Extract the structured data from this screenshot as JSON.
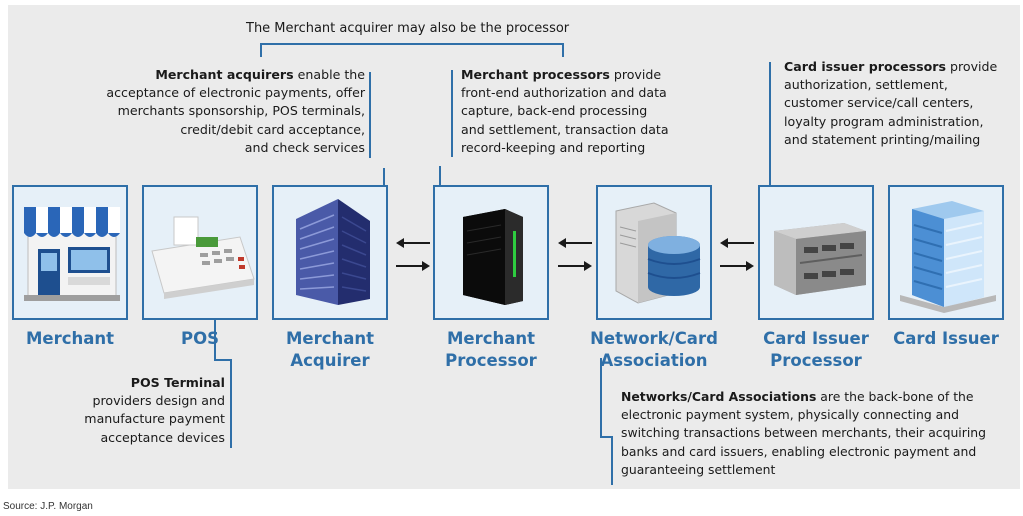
{
  "top_note": "The Merchant acquirer may also be the processor",
  "source": "Source: J.P. Morgan",
  "colors": {
    "accent": "#2f6fa8",
    "panel": "#ebebeb",
    "box_fill": "#e6f0f8"
  },
  "entities": [
    {
      "label": "Merchant",
      "icon": "storefront-icon"
    },
    {
      "label": "POS",
      "icon": "cash-register-icon"
    },
    {
      "label": "Merchant Acquirer",
      "icon": "office-building-icon"
    },
    {
      "label": "Merchant Processor",
      "icon": "server-tower-icon"
    },
    {
      "label": "Network/Card Association",
      "icon": "database-server-icon"
    },
    {
      "label": "Card Issuer Processor",
      "icon": "server-rack-icon"
    },
    {
      "label": "Card Issuer",
      "icon": "glass-building-icon"
    }
  ],
  "labels": {
    "merchant": "Merchant",
    "pos": "POS",
    "acquirer_1": "Merchant",
    "acquirer_2": "Acquirer",
    "processor_1": "Merchant",
    "processor_2": "Processor",
    "network_1": "Network/Card",
    "network_2": "Association",
    "issuer_proc_1": "Card Issuer",
    "issuer_proc_2": "Processor",
    "issuer": "Card Issuer"
  },
  "descriptions": {
    "acquirers": {
      "title": "Merchant acquirers",
      "line1": " enable the",
      "line2": "acceptance of electronic payments, offer",
      "line3": "merchants sponsorship, POS terminals,",
      "line4": "credit/debit card acceptance,",
      "line5": "and check services"
    },
    "processors": {
      "title": "Merchant processors",
      "line1": " provide",
      "line2": "front-end authorization and data",
      "line3": "capture, back-end processing",
      "line4": "and settlement, transaction data",
      "line5": "record-keeping and reporting"
    },
    "issuer_processors": {
      "title": "Card issuer processors",
      "line1": " provide",
      "line2": "authorization, settlement,",
      "line3": "customer service/call centers,",
      "line4": "loyalty program administration,",
      "line5": "and statement printing/mailing"
    },
    "pos_terminal": {
      "title": "POS Terminal",
      "line2": "providers design and",
      "line3": "manufacture payment",
      "line4": "acceptance devices"
    },
    "networks": {
      "title": "Networks/Card Associations",
      "line1": " are the back-bone of the",
      "line2": "electronic payment system, physically connecting and",
      "line3": "switching transactions between merchants, their acquiring",
      "line4": "banks and card issuers, enabling electronic payment and",
      "line5": "guaranteeing settlement"
    }
  }
}
